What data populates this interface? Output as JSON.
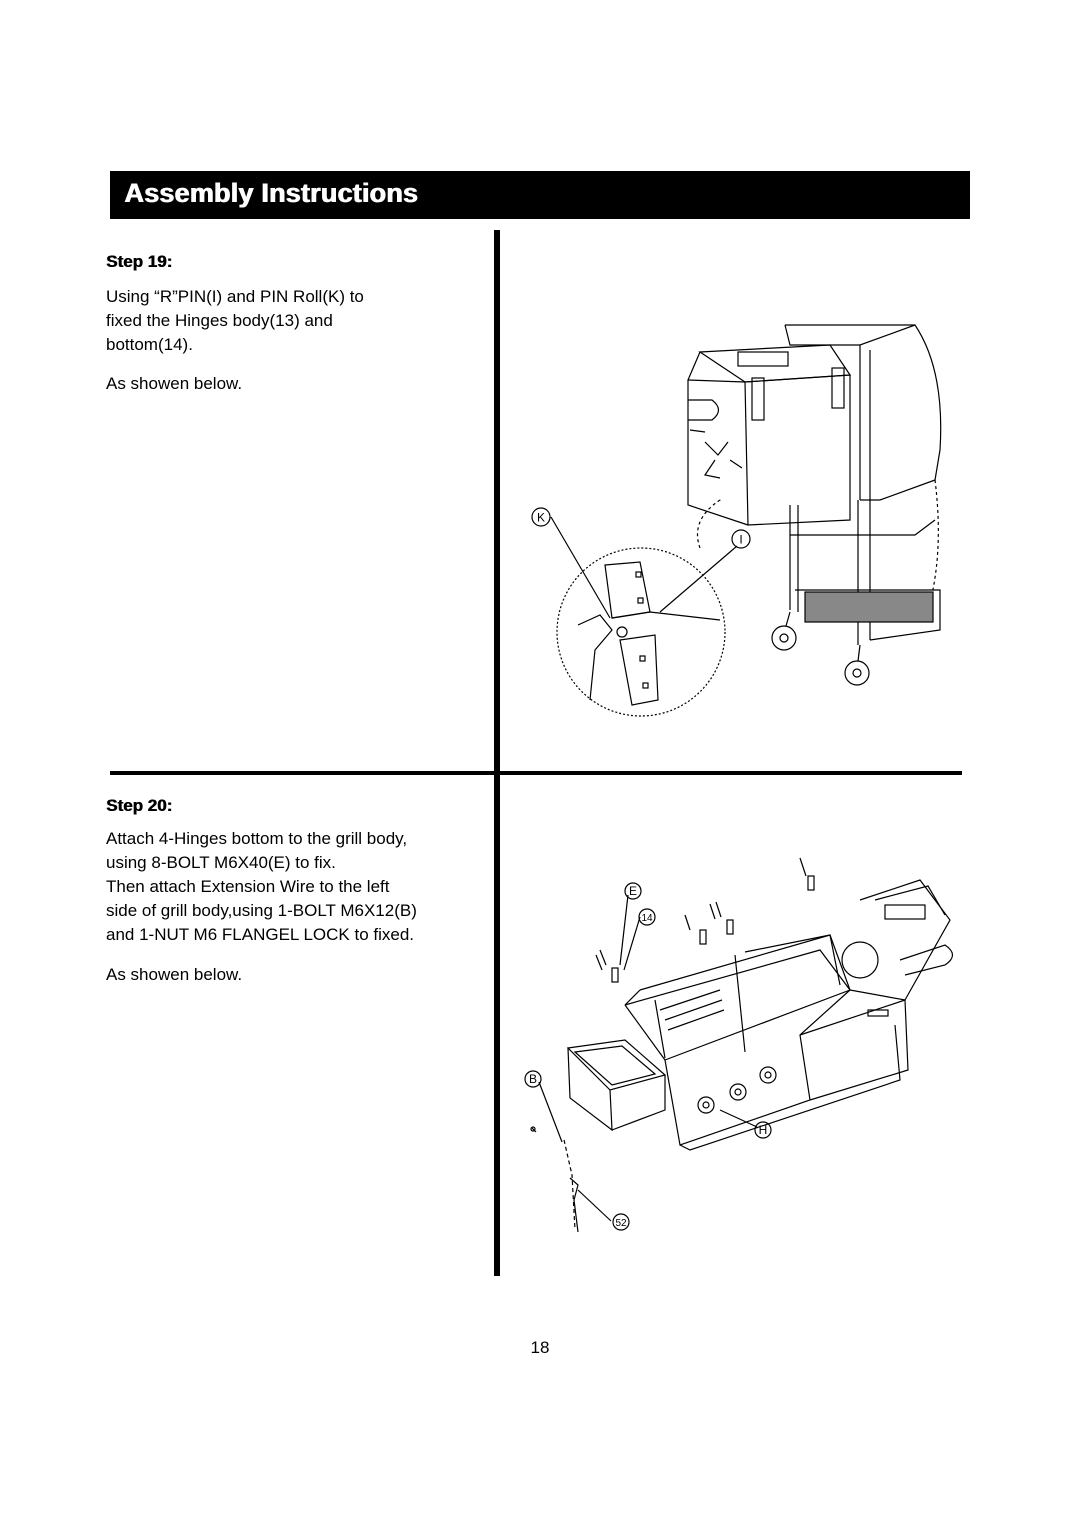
{
  "header": {
    "title": "Assembly Instructions"
  },
  "step19": {
    "heading": "Step 19:",
    "lines": [
      "Using “R”PIN(I) and PIN Roll(K) to",
      "fixed the Hinges body(13) and",
      "bottom(14)."
    ],
    "note": "As showen below.",
    "callouts": {
      "k": "K",
      "i": "I"
    }
  },
  "step20": {
    "heading": "Step 20:",
    "lines": [
      "Attach 4-Hinges bottom to the grill body,",
      "using 8-BOLT M6X40(E) to fix.",
      "Then attach Extension Wire to the left",
      "side of grill body,using 1-BOLT M6X12(B)",
      "and 1-NUT M6 FLANGEL LOCK to fixed."
    ],
    "note": "As showen below.",
    "callouts": {
      "e": "E",
      "n14": "14",
      "b": "B",
      "h": "H",
      "n52": "52"
    }
  },
  "footer": {
    "page_number": "18"
  },
  "colors": {
    "title_bar_bg": "#000000",
    "title_text": "#ffffff"
  }
}
